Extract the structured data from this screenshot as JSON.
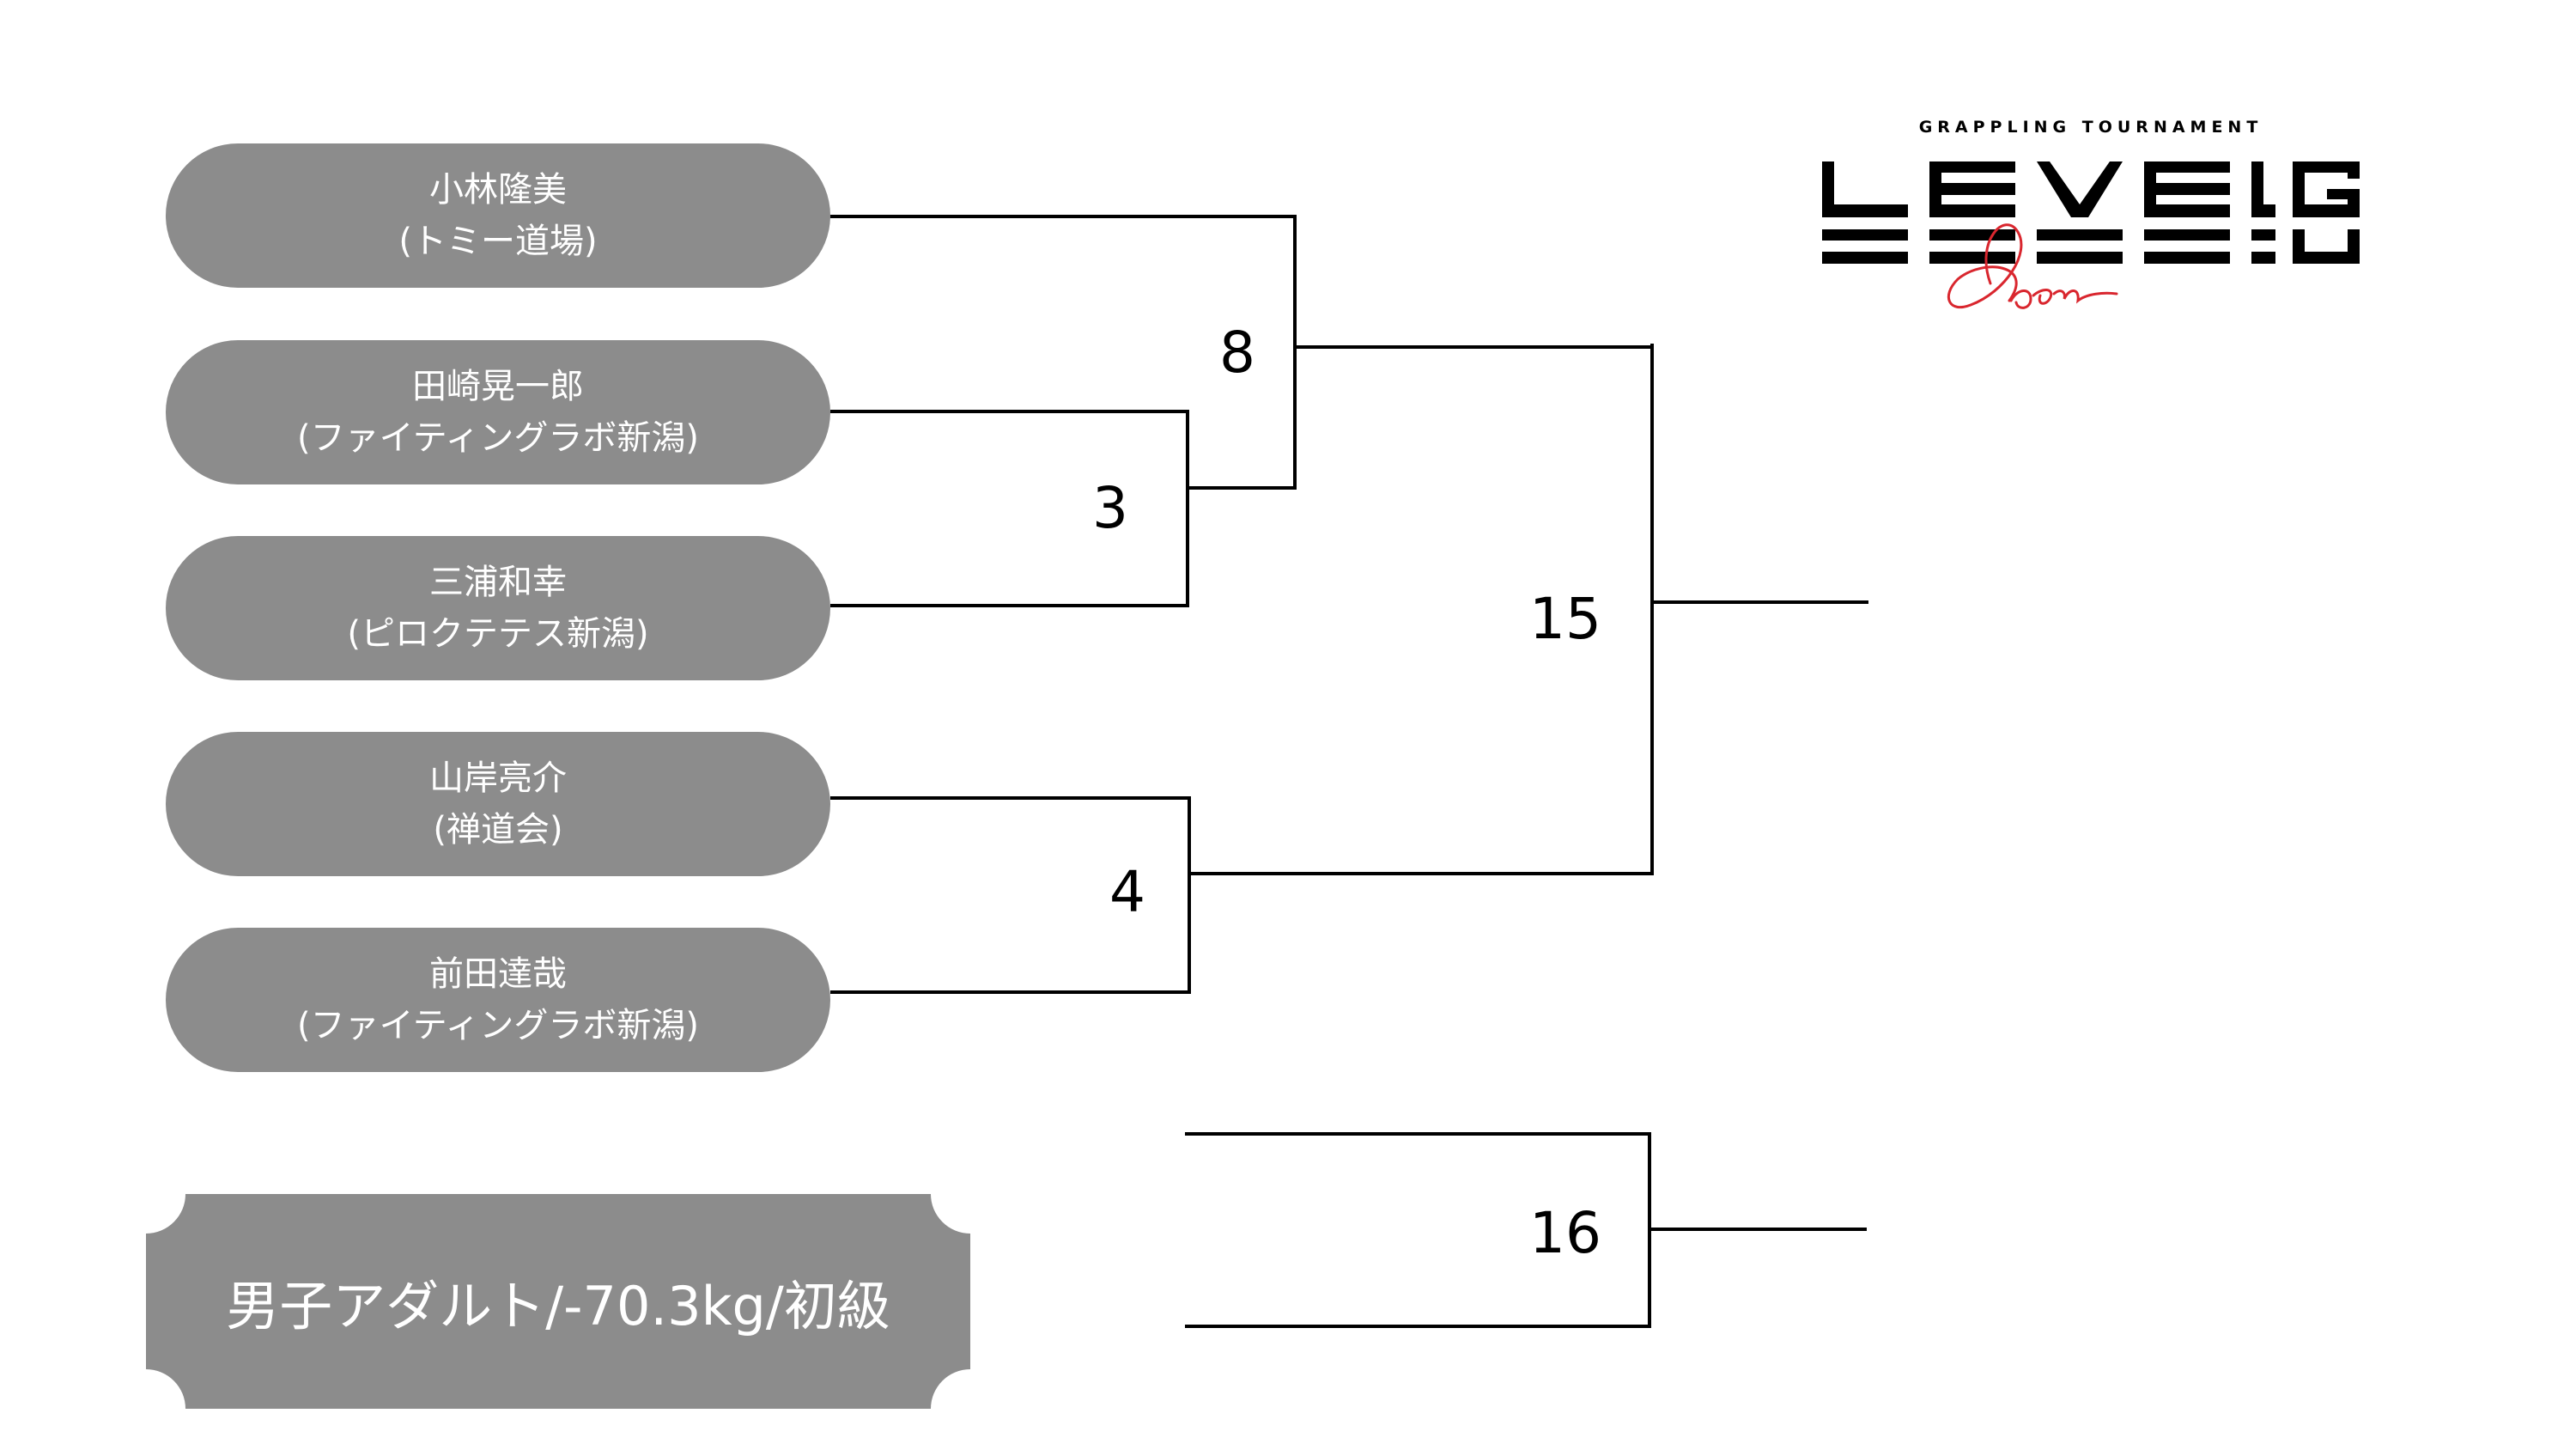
{
  "players": [
    {
      "name": "小林隆美",
      "team": "(トミー道場)"
    },
    {
      "name": "田崎晃一郎",
      "team": "(ファイティングラボ新潟)"
    },
    {
      "name": "三浦和幸",
      "team": "(ピロクテテス新潟)"
    },
    {
      "name": "山岸亮介",
      "team": "(禅道会)"
    },
    {
      "name": "前田達哉",
      "team": "(ファイティングラボ新潟)"
    }
  ],
  "matches": {
    "m3": "3",
    "m4": "4",
    "m8": "8",
    "m15": "15",
    "m16": "16"
  },
  "category": "男子アダルト/-70.3kg/初級",
  "logo": {
    "tagline": "GRAPPLING TOURNAMENT",
    "title": "LEVEL G",
    "script": "Open"
  },
  "colors": {
    "plate": "#8c8c8c",
    "line": "#000000",
    "logo_accent": "#d9262e"
  }
}
